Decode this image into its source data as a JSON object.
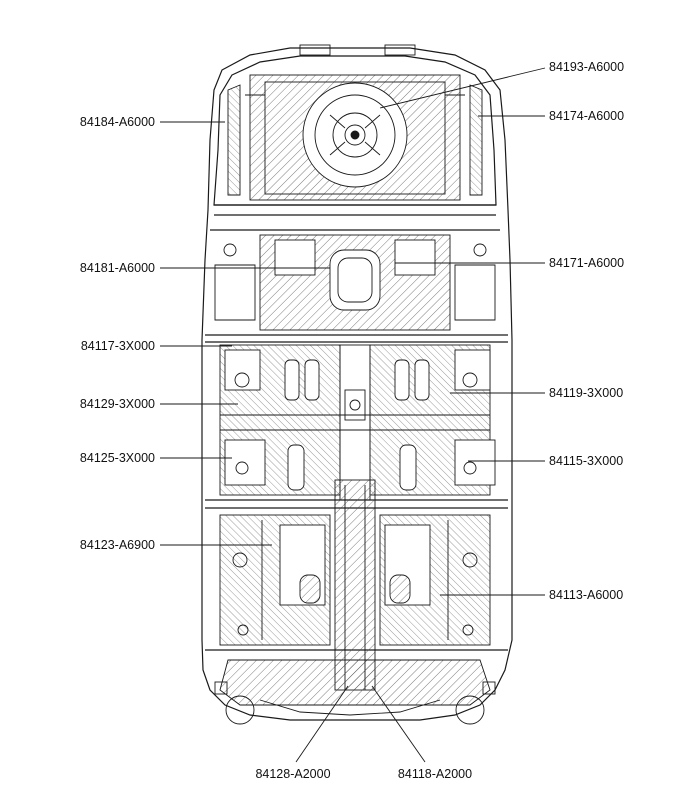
{
  "callouts": {
    "p84184": "84184-A6000",
    "p84181": "84181-A6000",
    "p84117": "84117-3X000",
    "p84129": "84129-3X000",
    "p84125": "84125-3X000",
    "p84123": "84123-A6900",
    "p84193": "84193-A6000",
    "p84174": "84174-A6000",
    "p84171": "84171-A6000",
    "p84119": "84119-3X000",
    "p84115": "84115-3X000",
    "p84113": "84113-A6000",
    "p84128": "84128-A2000",
    "p84118": "84118-A2000"
  },
  "colors": {
    "line": "#1a1a1a",
    "hatch": "#333333",
    "background": "#ffffff"
  }
}
